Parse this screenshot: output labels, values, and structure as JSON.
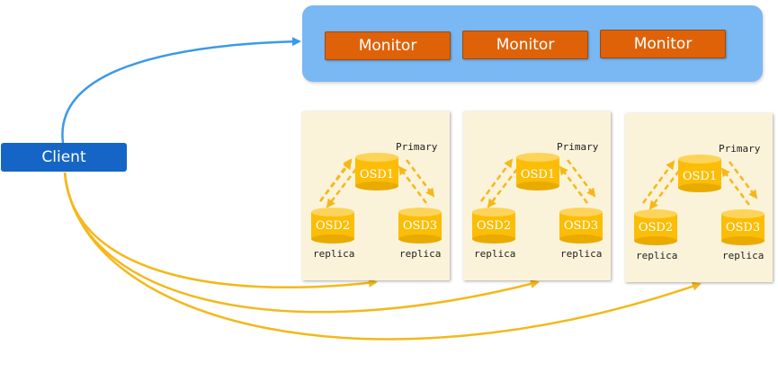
{
  "client": {
    "label": "Client"
  },
  "monitors": [
    {
      "label": "Monitor"
    },
    {
      "label": "Monitor"
    },
    {
      "label": "Monitor"
    }
  ],
  "placement_groups": [
    {
      "primary_label": "Primary",
      "osds": [
        "OSD1",
        "OSD2",
        "OSD3"
      ],
      "replica_labels": [
        "replica",
        "replica"
      ]
    },
    {
      "primary_label": "Primary",
      "osds": [
        "OSD1",
        "OSD2",
        "OSD3"
      ],
      "replica_labels": [
        "replica",
        "replica"
      ]
    },
    {
      "primary_label": "Primary",
      "osds": [
        "OSD1",
        "OSD2",
        "OSD3"
      ],
      "replica_labels": [
        "replica",
        "replica"
      ]
    }
  ],
  "colors": {
    "client": "#1565c6",
    "monitor_panel": "#79b8f3",
    "monitor_box": "#df6209",
    "pg_panel": "#fbf3d9",
    "osd": "#fbbd06",
    "client_to_monitor_arrow": "#3a9ae8",
    "client_to_osd_arrow": "#f4b81a",
    "replication_arrow": "#f4b81a"
  }
}
